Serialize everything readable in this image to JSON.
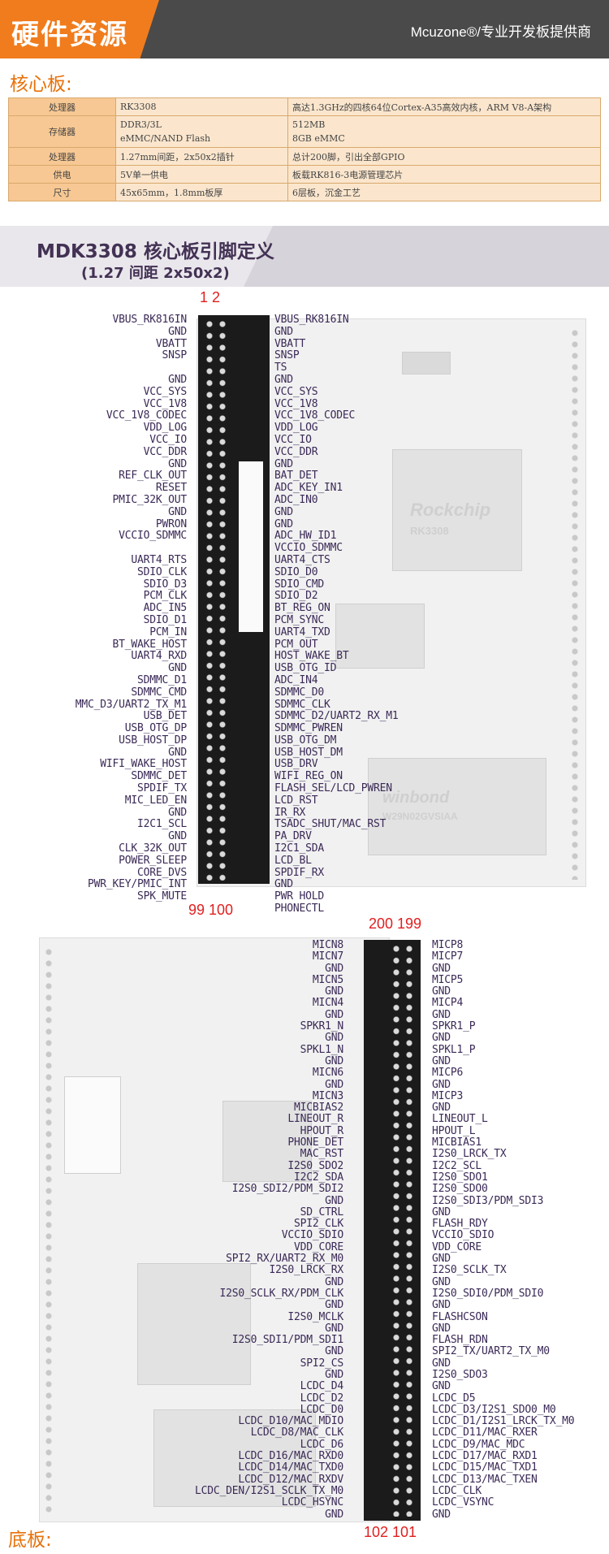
{
  "header": {
    "title": "硬件资源",
    "slogan": "Mcuzone®/专业开发板提供商"
  },
  "core_board": {
    "title": "核心板:",
    "spec_rows": [
      {
        "category": "处理器",
        "col1": "RK3308",
        "col2": "高达1.3GHz的四核64位Cortex-A35高效内核，ARM V8-A架构"
      },
      {
        "category": "存储器",
        "col1": "DDR3/3L\neMMC/NAND Flash",
        "col2": "512MB\n8GB eMMC"
      },
      {
        "category": "处理器",
        "col1": "1.27mm间距，2x50x2插针",
        "col2": "总计200脚，引出全部GPIO"
      },
      {
        "category": "供电",
        "col1": "5V单一供电",
        "col2": "板载RK816-3电源管理芯片"
      },
      {
        "category": "尺寸",
        "col1": "45x65mm，1.8mm板厚",
        "col2": "6层板，沉金工艺"
      }
    ]
  },
  "pinout": {
    "title": "MDK3308 核心板引脚定义",
    "subtitle": "(1.27 间距 2x50x2)",
    "top_pin_numbers": "1  2",
    "bottom_pin_numbers": "99  100",
    "top_pin_numbers_2": "200 199",
    "bottom_pin_numbers_2": "102  101",
    "header1_left": "VBUS_RK816IN\nGND\nVBATT\nSNSP\n\nGND\nVCC_SYS\nVCC_1V8\nVCC_1V8_CODEC\nVDD_LOG\nVCC_IO\nVCC_DDR\nGND\nREF_CLK_OUT\nRESET\nPMIC_32K_OUT\nGND\nPWRON\nVCCIO_SDMMC\n\nUART4_RTS\nSDIO_CLK\nSDIO_D3\nPCM_CLK\nADC_IN5\nSDIO_D1\nPCM_IN\nBT_WAKE_HOST\nUART4_RXD\nGND\nSDMMC_D1\nSDMMC_CMD\nMMC_D3/UART2_TX_M1\nUSB_DET\nUSB_OTG_DP\nUSB_HOST_DP\nGND\nWIFI_WAKE_HOST\nSDMMC_DET\nSPDIF_TX\nMIC_LED_EN\nGND\nI2C1_SCL\nGND\nCLK_32K_OUT\nPOWER_SLEEP\nCORE_DVS\nPWR_KEY/PMIC_INT\nSPK_MUTE",
    "header1_right": "VBUS_RK816IN\nGND\nVBATT\nSNSP\nTS\nGND\nVCC_SYS\nVCC_1V8\nVCC_1V8_CODEC\nVDD_LOG\nVCC_IO\nVCC_DDR\nGND\nBAT_DET\nADC_KEY_IN1\nADC_IN0\nGND\nGND\nADC_HW_ID1\nVCCIO_SDMMC\nUART4_CTS\nSDIO_D0\nSDIO_CMD\nSDIO_D2\nBT_REG_ON\nPCM_SYNC\nUART4_TXD\nPCM_OUT\nHOST_WAKE_BT\nUSB_OTG_ID\nADC_IN4\nSDMMC_D0\nSDMMC_CLK\nSDMMC_D2/UART2_RX_M1\nSDMMC_PWREN\nUSB_OTG_DM\nUSB_HOST_DM\nUSB_DRV\nWIFI_REG_ON\nFLASH_SEL/LCD_PWREN\nLCD_RST\nIR_RX\nTSADC_SHUT/MAC_RST\nPA_DRV\nI2C1_SDA\nLCD_BL\nSPDIF_RX\nGND\nPWR HOLD\nPHONECTL",
    "header2_left": "MICN8\nMICN7\nGND\nMICN5\nGND\nMICN4\nGND\nSPKR1_N\nGND\nSPKL1_N\nGND\nMICN6\nGND\nMICN3\nMICBIAS2\nLINEOUT_R\nHPOUT_R\nPHONE_DET\nMAC_RST\nI2S0_SDO2\nI2C2_SDA\nI2S0_SDI2/PDM_SDI2\nGND\nSD_CTRL\nSPI2_CLK\nVCCIO_SDIO\nVDD_CORE\nSPI2_RX/UART2_RX_M0\nI2S0_LRCK_RX\nGND\nI2S0_SCLK_RX/PDM_CLK\nGND\nI2S0_MCLK\nGND\nI2S0_SDI1/PDM_SDI1\nGND\nSPI2_CS\nGND\nLCDC_D4\nLCDC_D2\nLCDC_D0\nLCDC_D10/MAC_MDIO\nLCDC_D8/MAC_CLK\nLCDC_D6\nLCDC_D16/MAC_RXD0\nLCDC_D14/MAC_TXD0\nLCDC_D12/MAC_RXDV\nLCDC_DEN/I2S1_SCLK_TX_M0\nLCDC_HSYNC\nGND",
    "header2_right": "MICP8\nMICP7\nGND\nMICP5\nGND\nMICP4\nGND\nSPKR1_P\nGND\nSPKL1_P\nGND\nMICP6\nGND\nMICP3\nGND\nLINEOUT_L\nHPOUT_L\nMICBIAS1\nI2S0_LRCK_TX\nI2C2_SCL\nI2S0_SDO1\nI2S0_SDO0\nI2S0_SDI3/PDM_SDI3\nGND\nFLASH_RDY\nVCCIO_SDIO\nVDD_CORE\nGND\nI2S0_SCLK_TX\nGND\nI2S0_SDI0/PDM_SDI0\nGND\nFLASHCSON\nGND\nFLASH_RDN\nSPI2_TX/UART2_TX_M0\nGND\nI2S0_SDO3\nGND\nLCDC_D5\nLCDC_D3/I2S1_SDO0_M0\nLCDC_D1/I2S1_LRCK_TX_M0\nLCDC_D11/MAC_RXER\nLCDC_D9/MAC_MDC\nLCDC_D17/MAC_RXD1\nLCDC_D15/MAC_TXD1\nLCDC_D13/MAC_TXEN\nLCDC_CLK\nLCDC_VSYNC\nGND",
    "board_marks": {
      "chip_brand": "Rockchip",
      "chip_model": "RK3308",
      "flash_brand": "winbond",
      "flash_model": "W29N02GVSIAA"
    }
  },
  "base_board": {
    "title": "底板:"
  }
}
